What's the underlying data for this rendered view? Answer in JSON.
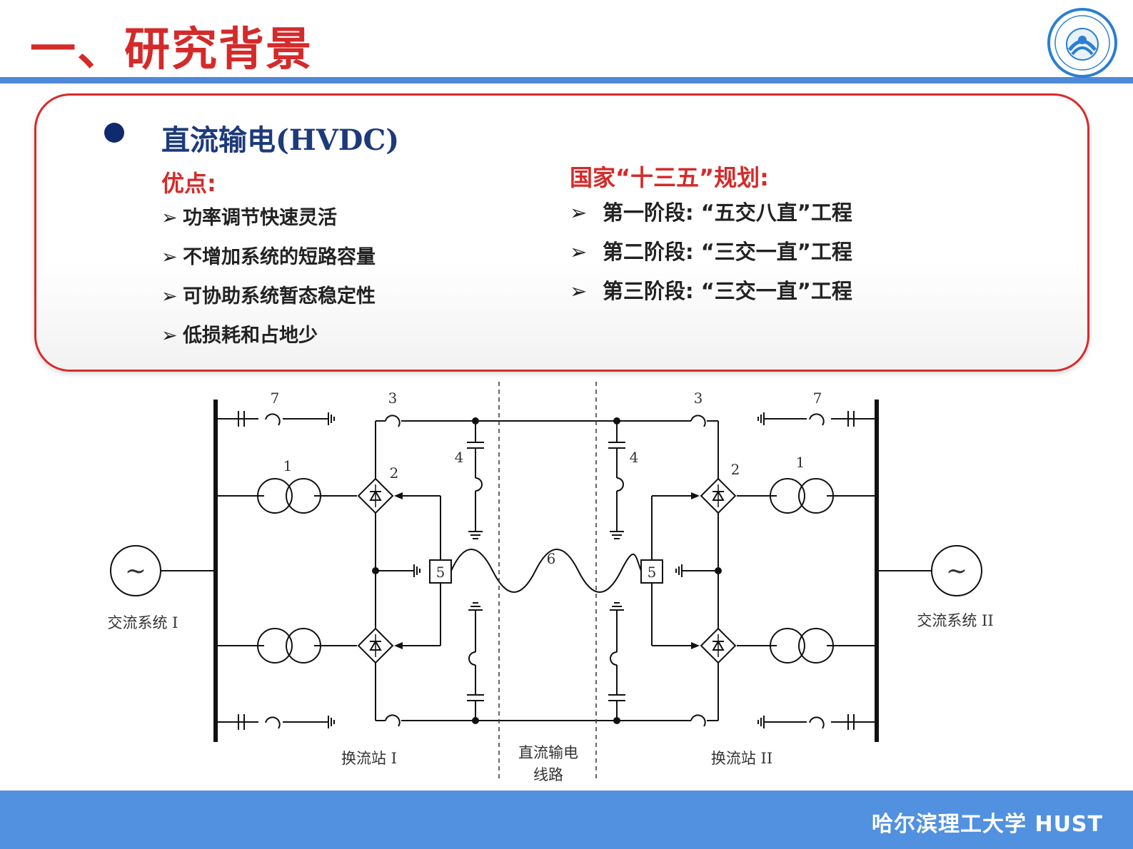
{
  "title": "一、研究背景",
  "panel": {
    "heading": "直流输电(HVDC)",
    "advantages_title": "优点:",
    "advantages": [
      "功率调节快速灵活",
      "不增加系统的短路容量",
      "可协助系统暂态稳定性",
      "低损耗和占地少"
    ],
    "plan_title": "国家“十三五”规划:",
    "plan_items": [
      "第一阶段: “五交八直”工程",
      "第二阶段: “三交一直”工程",
      "第三阶段: “三交一直”工程"
    ],
    "arrow_glyph": "➢",
    "colors": {
      "accent_red": "#d42a2a",
      "heading_blue": "#1d3a7a"
    }
  },
  "diagram": {
    "labels": {
      "ac_system_1": "交流系统 I",
      "ac_system_2": "交流系统 II",
      "station_1": "换流站 I",
      "station_2": "换流站 II",
      "dc_line_1": "直流输电",
      "dc_line_2": "线路",
      "source_glyph": "~"
    },
    "component_numbers": {
      "n1": "1",
      "n2": "2",
      "n3": "3",
      "n4": "4",
      "n5": "5",
      "n6": "6",
      "n7": "7"
    }
  },
  "footer": {
    "text": "哈尔滨理工大学 HUST",
    "color": "#5291e0"
  },
  "logo": {
    "icon": "university-seal-icon",
    "color": "#2a7fd0"
  }
}
